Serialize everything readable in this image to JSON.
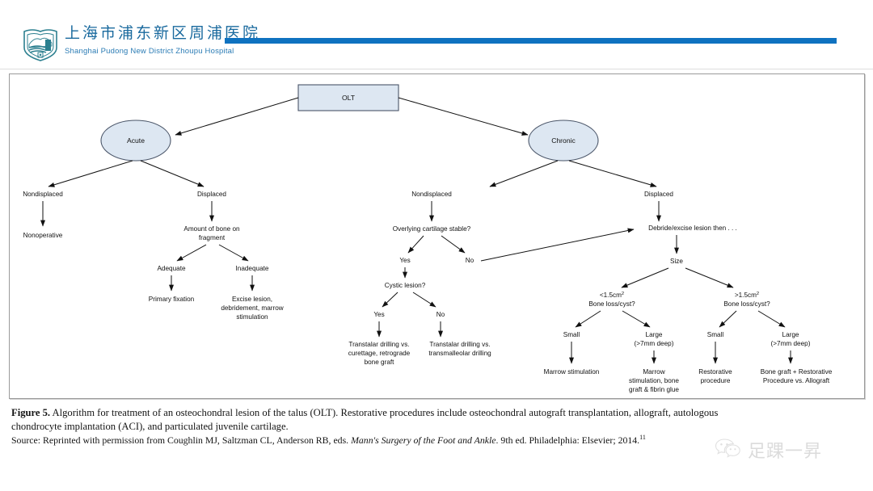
{
  "header": {
    "hospital_name_cn": "上海市浦东新区周浦医院",
    "hospital_name_en": "Shanghai Pudong New District Zhoupu Hospital",
    "logo_icon": "hospital-shield-icon",
    "bar_color": "#0f72c0",
    "brand_color": "#1a6a9e"
  },
  "figure": {
    "type": "flowchart",
    "title": "Algorithm for treatment of an osteochondral lesion of the talus (OLT)",
    "node_fill": "#dde7f2",
    "node_stroke": "#4a5568",
    "root": {
      "id": "olt",
      "shape": "rect",
      "label": "OLT"
    },
    "branches": [
      {
        "id": "acute",
        "shape": "ellipse",
        "label": "Acute"
      },
      {
        "id": "chronic",
        "shape": "ellipse",
        "label": "Chronic"
      }
    ],
    "nodes": {
      "acute_nondisplaced": "Nondisplaced",
      "acute_nonoperative": "Nonoperative",
      "acute_displaced": "Displaced",
      "acute_amount_bone_l1": "Amount of bone on",
      "acute_amount_bone_l2": "fragment",
      "acute_adequate": "Adequate",
      "acute_inadequate": "Inadequate",
      "acute_primary_fixation": "Primary fixation",
      "acute_excise_l1": "Excise lesion,",
      "acute_excise_l2": "debridement, marrow",
      "acute_excise_l3": "stimulation",
      "chronic_nondisplaced": "Nondisplaced",
      "chronic_displaced": "Displaced",
      "cartilage_stable": "Overlying cartilage stable?",
      "cartilage_yes": "Yes",
      "cartilage_no": "No",
      "cystic_lesion": "Cystic lesion?",
      "cystic_yes": "Yes",
      "cystic_no": "No",
      "cystic_yes_tx_l1": "Transtalar drilling vs.",
      "cystic_yes_tx_l2": "curettage, retrograde",
      "cystic_yes_tx_l3": "bone graft",
      "cystic_no_tx_l1": "Transtalar drilling vs.",
      "cystic_no_tx_l2": "transmalleolar drilling",
      "debride": "Debride/excise lesion then . . .",
      "size": "Size",
      "size_small_l1": "<1.5cm",
      "size_small_sup": "2",
      "size_small_l2": "Bone loss/cyst?",
      "size_large_l1": ">1.5cm",
      "size_large_sup": "2",
      "size_large_l2": "Bone loss/cyst?",
      "sm_small": "Small",
      "sm_large_l1": "Large",
      "sm_large_l2": "(>7mm deep)",
      "lg_small": "Small",
      "lg_large_l1": "Large",
      "lg_large_l2": "(>7mm deep)",
      "tx_marrow_stim": "Marrow stimulation",
      "tx_marrow_bone_l1": "Marrow",
      "tx_marrow_bone_l2": "stimulation, bone",
      "tx_marrow_bone_l3": "graft & fibrin glue",
      "tx_restorative_l1": "Restorative",
      "tx_restorative_l2": "procedure",
      "tx_bonegraft_l1": "Bone graft + Restorative",
      "tx_bonegraft_l2": "Procedure vs. Allograft"
    }
  },
  "caption": {
    "fig_number": "Figure 5.",
    "line1": "Algorithm for treatment of an osteochondral lesion of the talus (OLT). Restorative procedures include osteochondral autograft transplantation, allograft, autologous",
    "line2": "chondrocyte implantation (ACI), and particulated juvenile cartilage.",
    "source_prefix": "Source: Reprinted with permission from Coughlin MJ, Saltzman CL, Anderson RB, eds. ",
    "source_italic": "Mann's Surgery of the Foot and Ankle",
    "source_suffix": ". 9th ed. Philadelphia: Elsevier; 2014.",
    "source_ref": "11"
  },
  "watermark": {
    "icon": "wechat-icon",
    "text": "足踝一昇"
  }
}
